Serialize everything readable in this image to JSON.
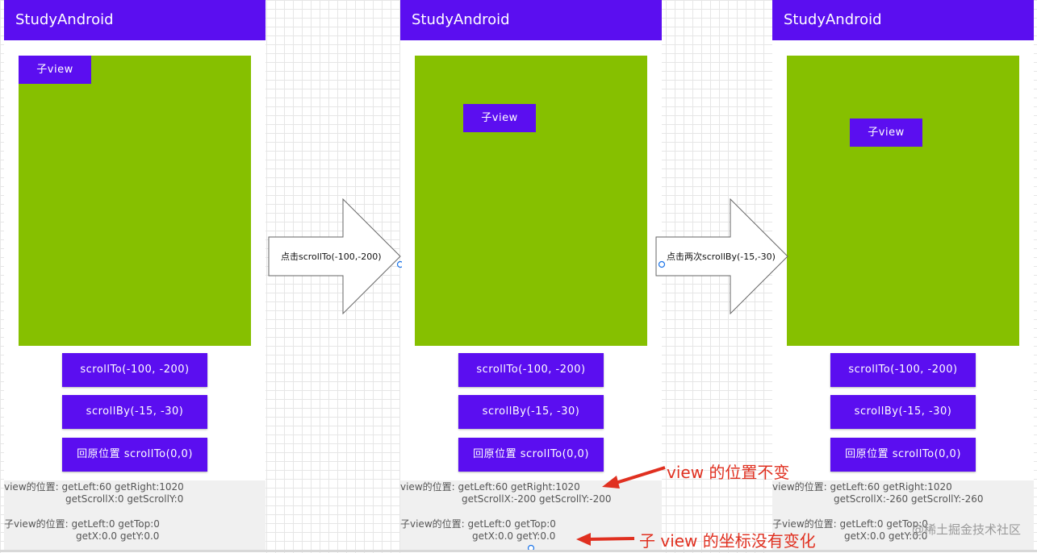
{
  "app_title": "StudyAndroid",
  "child_label": "子view",
  "buttons": {
    "scroll_to": "scrollTo(-100, -200)",
    "scroll_by": "scrollBy(-15, -30)",
    "reset": "回原位置 scrollTo(0,0)"
  },
  "panels": [
    {
      "info": {
        "view_line1": "view的位置:  getLeft:60    getRight:1020",
        "view_line2": "getScrollX:0    getScrollY:0",
        "child_line1": "子view的位置:  getLeft:0    getTop:0",
        "child_line2": "getX:0.0    getY:0.0"
      }
    },
    {
      "info": {
        "view_line1": "view的位置:  getLeft:60    getRight:1020",
        "view_line2": "getScrollX:-200    getScrollY:-200",
        "child_line1": "子view的位置:  getLeft:0    getTop:0",
        "child_line2": "getX:0.0    getY:0.0"
      }
    },
    {
      "info": {
        "view_line1": "view的位置:  getLeft:60    getRight:1020",
        "view_line2": "getScrollX:-260    getScrollY:-260",
        "child_line1": "子view的位置:  getLeft:0    getTop:0",
        "child_line2": "getX:0.0    getY:0.0"
      }
    }
  ],
  "arrows": {
    "first": "点击scrollTo(-100,-200)",
    "second": "点击两次scrollBy(-15,-30)"
  },
  "annotations": {
    "view_unchanged": "view 的位置不变",
    "child_unchanged": "子 view 的坐标没有变化"
  },
  "watermark": "@稀土掘金技术社区",
  "colors": {
    "accent": "#5b0ef0",
    "green": "#86c000",
    "annotation": "#e03020"
  }
}
